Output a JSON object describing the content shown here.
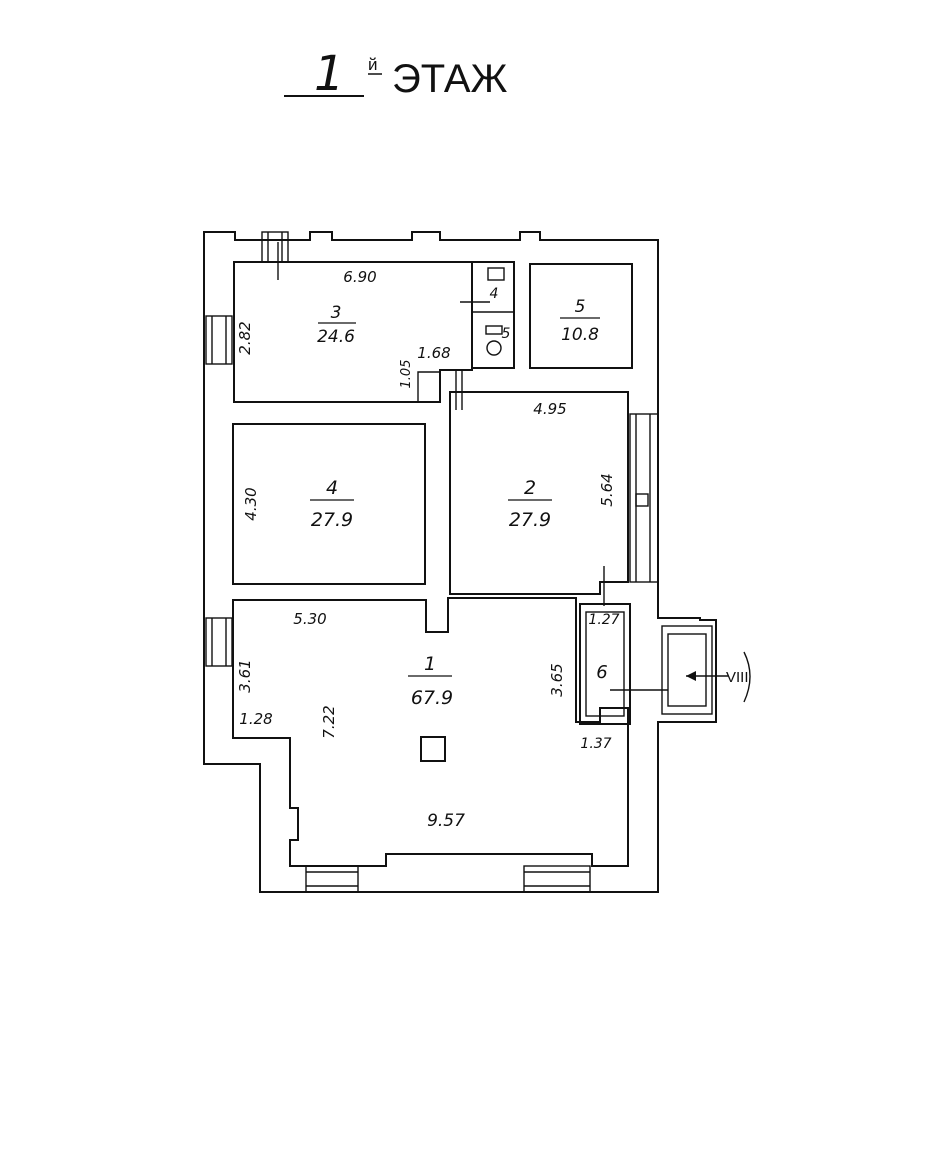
{
  "title": {
    "number": "1",
    "suffix": "й",
    "word": "ЭТАЖ"
  },
  "rooms": [
    {
      "id": "1",
      "number": "1",
      "area": "67.9"
    },
    {
      "id": "2",
      "number": "2",
      "area": "27.9"
    },
    {
      "id": "3",
      "number": "3",
      "area": "24.6"
    },
    {
      "id": "4",
      "number": "4",
      "area": "27.9"
    },
    {
      "id": "5",
      "number": "5",
      "area": "10.8"
    },
    {
      "id": "6",
      "number": "6"
    },
    {
      "id": "wc4",
      "number": "4"
    },
    {
      "id": "wc5",
      "number": "5"
    }
  ],
  "dimensions": {
    "room3_width": "6.90",
    "room3_height": "2.82",
    "room3_notch_w": "1.68",
    "room3_notch_h": "1.05",
    "room2_width": "4.95",
    "room2_height": "5.64",
    "room4_height": "4.30",
    "room1_top": "5.30",
    "room1_left": "3.61",
    "room1_step": "1.28",
    "room1_inner": "7.22",
    "room1_bottom": "9.57",
    "room1_right": "3.65",
    "room6_top": "1.27",
    "room6_bottom": "1.37"
  },
  "entrance_label": "VIII"
}
